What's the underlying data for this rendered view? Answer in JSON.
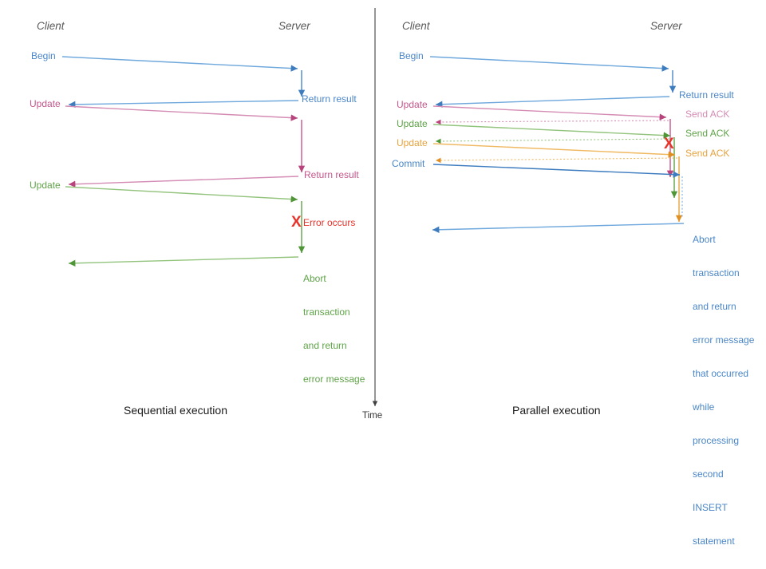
{
  "diagram": {
    "title_left": "Sequential execution",
    "title_right": "Parallel execution",
    "time_axis_label": "Time",
    "colors": {
      "blue": "#4a86c8",
      "pink": "#c4568c",
      "green": "#5fa348",
      "orange": "#e8a33d",
      "red": "#e8332a",
      "gray": "#595959",
      "axis": "#404040"
    }
  },
  "left": {
    "header_client": "Client",
    "header_server": "Server",
    "caption": "Sequential execution",
    "labels": {
      "begin": "Begin",
      "update1": "Update",
      "update2": "Update",
      "return1": "Return result",
      "return2": "Return result",
      "error": "Error occurs",
      "abort_l1": "Abort",
      "abort_l2": "transaction",
      "abort_l3": "and return",
      "abort_l4": "error message"
    }
  },
  "right": {
    "header_client": "Client",
    "header_server": "Server",
    "caption": "Parallel execution",
    "labels": {
      "begin": "Begin",
      "update1": "Update",
      "update2": "Update",
      "update3": "Update",
      "commit": "Commit",
      "return_result": "Return result",
      "ack1": "Send ACK",
      "ack2": "Send ACK",
      "ack3": "Send ACK",
      "abort_l1": "Abort",
      "abort_l2": "transaction",
      "abort_l3": "and return",
      "abort_l4": "error message",
      "abort_l5": "that occurred",
      "abort_l6": "while",
      "abort_l7": "processing",
      "abort_l8": "second",
      "abort_l9": "INSERT",
      "abort_l10": "statement"
    }
  },
  "chart_data": {
    "type": "sequence-diagram",
    "title": "Sequential vs Parallel transaction execution",
    "panels": [
      {
        "name": "Sequential execution",
        "actors": [
          "Client",
          "Server"
        ],
        "messages": [
          {
            "from": "Client",
            "to": "Server",
            "label": "Begin",
            "color": "#4a86c8",
            "style": "solid"
          },
          {
            "from": "Server",
            "to": "Client",
            "label": "Return result",
            "color": "#4a86c8",
            "style": "solid"
          },
          {
            "from": "Client",
            "to": "Server",
            "label": "Update",
            "color": "#c4568c",
            "style": "solid"
          },
          {
            "from": "Server",
            "to": "Client",
            "label": "Return result",
            "color": "#c4568c",
            "style": "solid"
          },
          {
            "from": "Client",
            "to": "Server",
            "label": "Update",
            "color": "#5fa348",
            "style": "solid"
          },
          {
            "from": "Server",
            "to": "Server",
            "label": "Error occurs",
            "color": "#e8332a",
            "style": "marker"
          },
          {
            "from": "Server",
            "to": "Client",
            "label": "Abort transaction and return error message",
            "color": "#5fa348",
            "style": "solid"
          }
        ]
      },
      {
        "name": "Parallel execution",
        "actors": [
          "Client",
          "Server"
        ],
        "messages": [
          {
            "from": "Client",
            "to": "Server",
            "label": "Begin",
            "color": "#4a86c8",
            "style": "solid"
          },
          {
            "from": "Server",
            "to": "Client",
            "label": "Return result",
            "color": "#4a86c8",
            "style": "solid"
          },
          {
            "from": "Client",
            "to": "Server",
            "label": "Update",
            "color": "#c4568c",
            "style": "solid"
          },
          {
            "from": "Server",
            "to": "Client",
            "label": "Send ACK",
            "color": "#c4568c",
            "style": "dotted"
          },
          {
            "from": "Client",
            "to": "Server",
            "label": "Update",
            "color": "#5fa348",
            "style": "solid"
          },
          {
            "from": "Server",
            "to": "Client",
            "label": "Send ACK",
            "color": "#5fa348",
            "style": "dotted"
          },
          {
            "from": "Client",
            "to": "Server",
            "label": "Update",
            "color": "#e8a33d",
            "style": "solid"
          },
          {
            "from": "Server",
            "to": "Client",
            "label": "Send ACK",
            "color": "#e8a33d",
            "style": "dotted"
          },
          {
            "from": "Client",
            "to": "Server",
            "label": "Commit",
            "color": "#4a86c8",
            "style": "solid"
          },
          {
            "from": "Server",
            "to": "Server",
            "label": "Error occurs",
            "color": "#e8332a",
            "style": "marker"
          },
          {
            "from": "Server",
            "to": "Client",
            "label": "Abort transaction and return error message that occurred while processing second INSERT statement",
            "color": "#4a86c8",
            "style": "solid"
          }
        ]
      }
    ]
  }
}
